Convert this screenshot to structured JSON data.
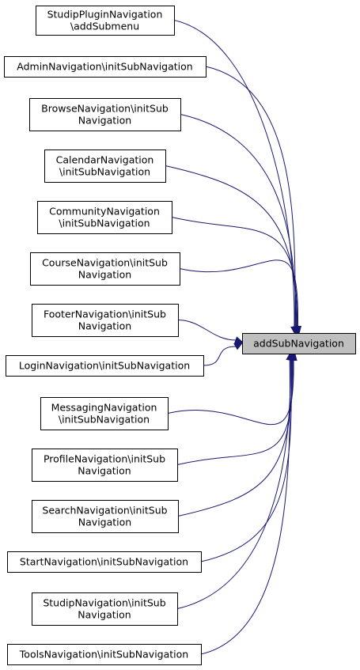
{
  "target": {
    "label": "addSubNavigation"
  },
  "callers": [
    {
      "id": "studip-plugin",
      "lines": [
        "StudipPluginNavigation",
        "\\addSubmenu"
      ]
    },
    {
      "id": "admin",
      "lines": [
        "AdminNavigation\\initSubNavigation"
      ]
    },
    {
      "id": "browse",
      "lines": [
        "BrowseNavigation\\initSub",
        "Navigation"
      ]
    },
    {
      "id": "calendar",
      "lines": [
        "CalendarNavigation",
        "\\initSubNavigation"
      ]
    },
    {
      "id": "community",
      "lines": [
        "CommunityNavigation",
        "\\initSubNavigation"
      ]
    },
    {
      "id": "course",
      "lines": [
        "CourseNavigation\\initSub",
        "Navigation"
      ]
    },
    {
      "id": "footer",
      "lines": [
        "FooterNavigation\\initSub",
        "Navigation"
      ]
    },
    {
      "id": "login",
      "lines": [
        "LoginNavigation\\initSubNavigation"
      ]
    },
    {
      "id": "messaging",
      "lines": [
        "MessagingNavigation",
        "\\initSubNavigation"
      ]
    },
    {
      "id": "profile",
      "lines": [
        "ProfileNavigation\\initSub",
        "Navigation"
      ]
    },
    {
      "id": "search",
      "lines": [
        "SearchNavigation\\initSub",
        "Navigation"
      ]
    },
    {
      "id": "start",
      "lines": [
        "StartNavigation\\initSubNavigation"
      ]
    },
    {
      "id": "studip",
      "lines": [
        "StudipNavigation\\initSub",
        "Navigation"
      ]
    },
    {
      "id": "tools",
      "lines": [
        "ToolsNavigation\\initSubNavigation"
      ]
    }
  ],
  "colors": {
    "edge": "#191970",
    "target_fill": "#bfbfbf",
    "node_fill": "#ffffff"
  }
}
